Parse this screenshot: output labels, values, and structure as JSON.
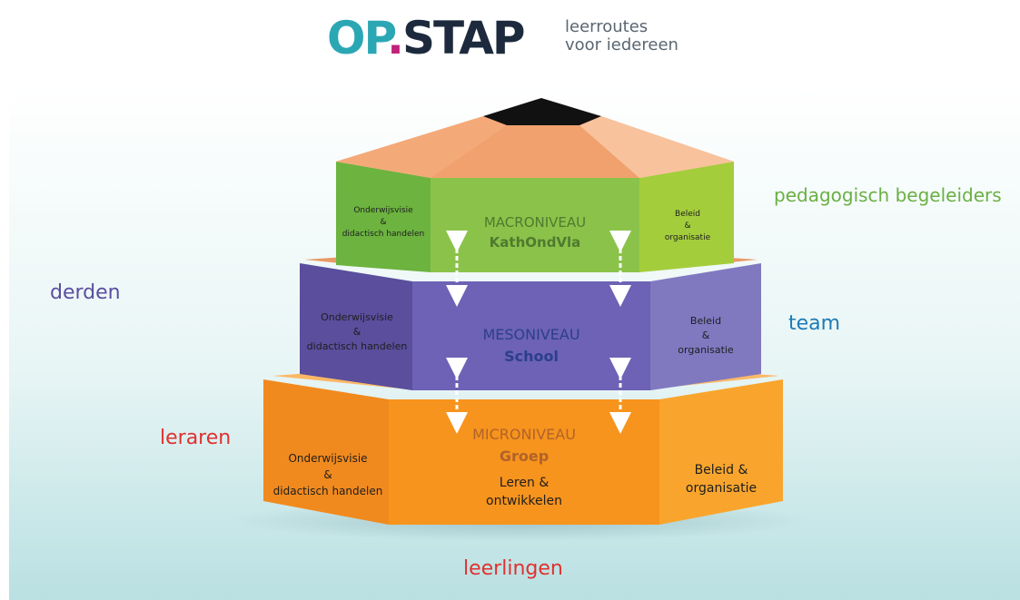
{
  "logo": {
    "mark_op": "OP",
    "mark_dot": ".",
    "mark_stap": "STAP",
    "tagline_line1": "leerroutes",
    "tagline_line2": "voor iedereen"
  },
  "labels": {
    "left_top": "derden",
    "left_bottom": "leraren",
    "right_top": "pedagogisch begeleiders",
    "right_middle": "team",
    "bottom": "leerlingen"
  },
  "tiers": {
    "macro": {
      "level": "MACRONIVEAU",
      "name": "KathOndVla",
      "left_face": "Onderwijsvisie\n&\ndidactisch handelen",
      "right_face": "Beleid\n&\norganisatie"
    },
    "meso": {
      "level": "MESONIVEAU",
      "name": "School",
      "left_face": "Onderwijsvisie\n&\ndidactisch handelen",
      "right_face": "Beleid\n&\norganisatie"
    },
    "micro": {
      "level": "MICRONIVEAU",
      "name": "Groep",
      "center_extra": "Leren &\nontwikkelen",
      "left_face": "Onderwijsvisie\n&\ndidactisch handelen",
      "right_face": "Beleid &\norganisatie"
    }
  },
  "colors": {
    "logo_teal": "#2ba7b4",
    "logo_magenta": "#c2217a",
    "logo_navy": "#1d2a3d",
    "label_purple": "#5a4ea0",
    "label_red": "#e0312f",
    "label_green": "#6ab043",
    "label_blue": "#1d7bb5",
    "macro_front": "#8bc34a",
    "meso_front": "#6d62b5",
    "micro_front": "#f7941d",
    "roof": "#f4a978",
    "roof_tip": "#111111"
  }
}
